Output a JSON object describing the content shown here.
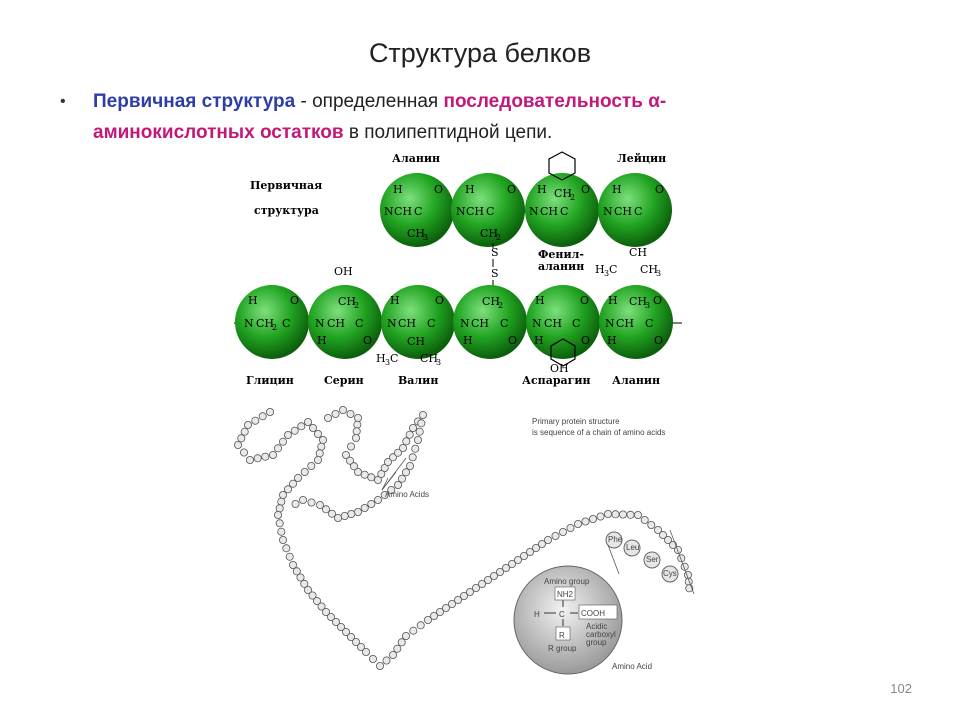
{
  "slide": {
    "title": "Структура белков",
    "bullet": {
      "term": "Первичная структура",
      "text1": " - определенная ",
      "highlight1": "последовательность α-",
      "highlight2": "аминокислотных остатков",
      "text2": " в полипептидной цепи."
    },
    "page_number": "102"
  },
  "top_figure": {
    "heading_line1": "Первичная",
    "heading_line2": "структура",
    "row1_labels": [
      "Аланин",
      "Лейцин"
    ],
    "phe_label_line1": "Фенил-",
    "phe_label_line2": "аланин",
    "bottom_labels": [
      "Глицин",
      "Серин",
      "Валин",
      "Аспарагин",
      "Аланин"
    ],
    "colors": {
      "residue_fill": "#22a522",
      "residue_highlight": "#7ee07e",
      "residue_shadow": "#0c5f0c"
    }
  },
  "bottom_figure": {
    "caption_line1": "Primary protein structure",
    "caption_line2": "is sequence of a chain of amino acids",
    "amino_acids_label": "Amino Acids",
    "bead_labels": [
      "Phe",
      "Leu",
      "Ser",
      "Cys"
    ],
    "detail": {
      "amino_group": "Amino group",
      "nh2": "NH2",
      "h": "H",
      "c": "C",
      "cooh": "COOH",
      "r": "R",
      "r_group": "R group",
      "acidic_line1": "Acidic",
      "acidic_line2": "carboxyl",
      "acidic_line3": "group",
      "title": "Amino Acid"
    }
  }
}
